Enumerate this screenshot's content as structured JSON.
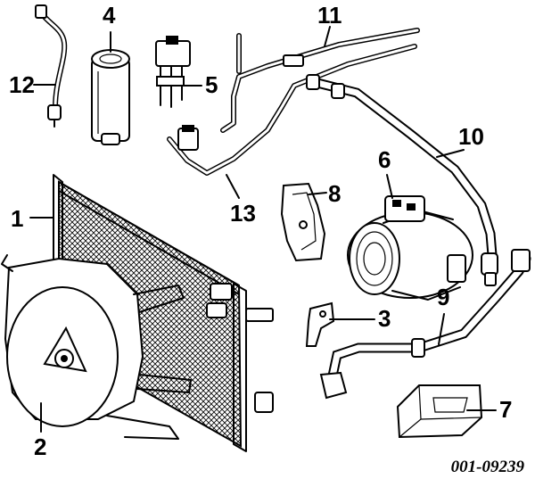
{
  "diagram": {
    "reference_code": "001-09239",
    "callouts": [
      "1",
      "2",
      "3",
      "4",
      "5",
      "6",
      "7",
      "8",
      "9",
      "10",
      "11",
      "12",
      "13"
    ]
  }
}
